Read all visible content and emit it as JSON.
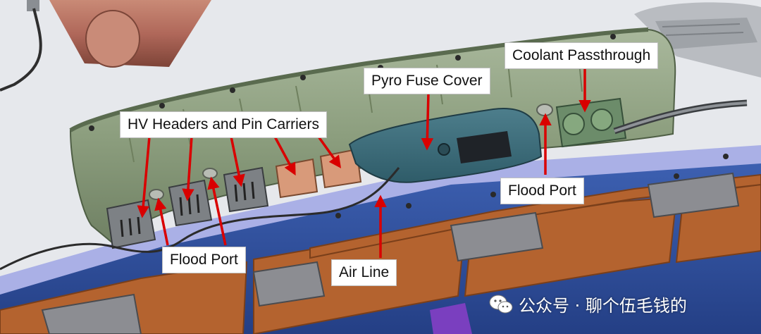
{
  "labels": {
    "hv_headers": "HV Headers and Pin Carriers",
    "pyro_fuse": "Pyro Fuse Cover",
    "coolant": "Coolant Passthrough",
    "flood_port_left": "Flood Port",
    "flood_port_right": "Flood Port",
    "air_line": "Air Line"
  },
  "watermark": {
    "text": "公众号 · 聊个伍毛钱的",
    "icon": "wechat-icon"
  },
  "colors": {
    "arrow": "#d90000",
    "cover_green": "#8a9d7c",
    "tray_blue": "#2f4f9e",
    "module_orange": "#b4632f",
    "gasket_lavender": "#aab0e6"
  }
}
